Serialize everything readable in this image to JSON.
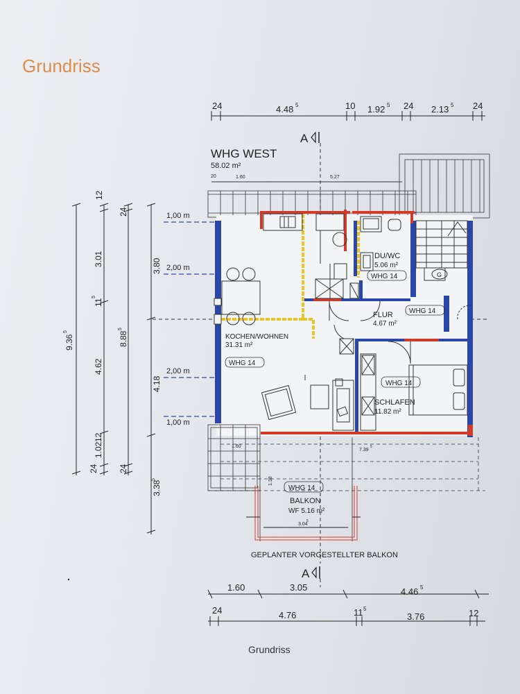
{
  "title": "Grundriss",
  "caption": "Grundriss",
  "unit": {
    "name": "WHG WEST",
    "area": "58.02 m²"
  },
  "rooms": {
    "duwc": {
      "name": "DU/WC",
      "area": "5.06 m²",
      "tag": "WHG 14"
    },
    "flur": {
      "name": "FLUR",
      "area": "4.67 m²",
      "tag": "WHG 14"
    },
    "kochen": {
      "name": "KOCHEN/WOHNEN",
      "area": "31.31 m²",
      "tag": "WHG 14"
    },
    "schlafen": {
      "name": "SCHLAFEN",
      "area": "11.82 m²",
      "tag": "WHG 14"
    },
    "balkon": {
      "name": "BALKON",
      "area": "WF 5.16 m²",
      "tag": "WHG 14"
    }
  },
  "balcony_note": "GEPLANTER VORGESTELLTER BALKON",
  "section_marker": "A",
  "height_labels": [
    "1,00 m",
    "2,00 m",
    "2,00 m",
    "1,00 m"
  ],
  "top_dims": {
    "a": "24",
    "b": "4.48",
    "b_sup": "5",
    "c": "10",
    "d": "1.92",
    "d_sup": "5",
    "e": "24",
    "f": "2.13",
    "f_sup": "5",
    "g": "24"
  },
  "top_small": {
    "a": "20",
    "b": "1.60",
    "c": "5.27"
  },
  "bottom_dims1": {
    "a": "1.60",
    "b": "3.05",
    "c": "4.46",
    "c_sup": "5"
  },
  "bottom_dims2": {
    "a": "24",
    "b": "4.76",
    "c": "11",
    "c_sup": "5",
    "d": "3.76",
    "e": "12"
  },
  "left_dims": {
    "col1": "9.36",
    "col1_sup": "5",
    "col2": [
      "12",
      "3.01",
      "11",
      "4.62",
      "1.02",
      "12",
      "24"
    ],
    "col2_sup": "5",
    "col3": [
      "24",
      "8.88",
      "24"
    ],
    "col3_sup": "5",
    "col4": [
      "3.80",
      "4.18",
      "3.38"
    ],
    "col4_sup": "5"
  },
  "misc_labels": {
    "balkon_small": "1.60",
    "balkon_width": "3.04",
    "balkon_width_sup": "5",
    "balkon_depth": "1.38",
    "schlafen_small": "7.39",
    "schlafen_small_sup": "5",
    "g_symbol": "G"
  }
}
